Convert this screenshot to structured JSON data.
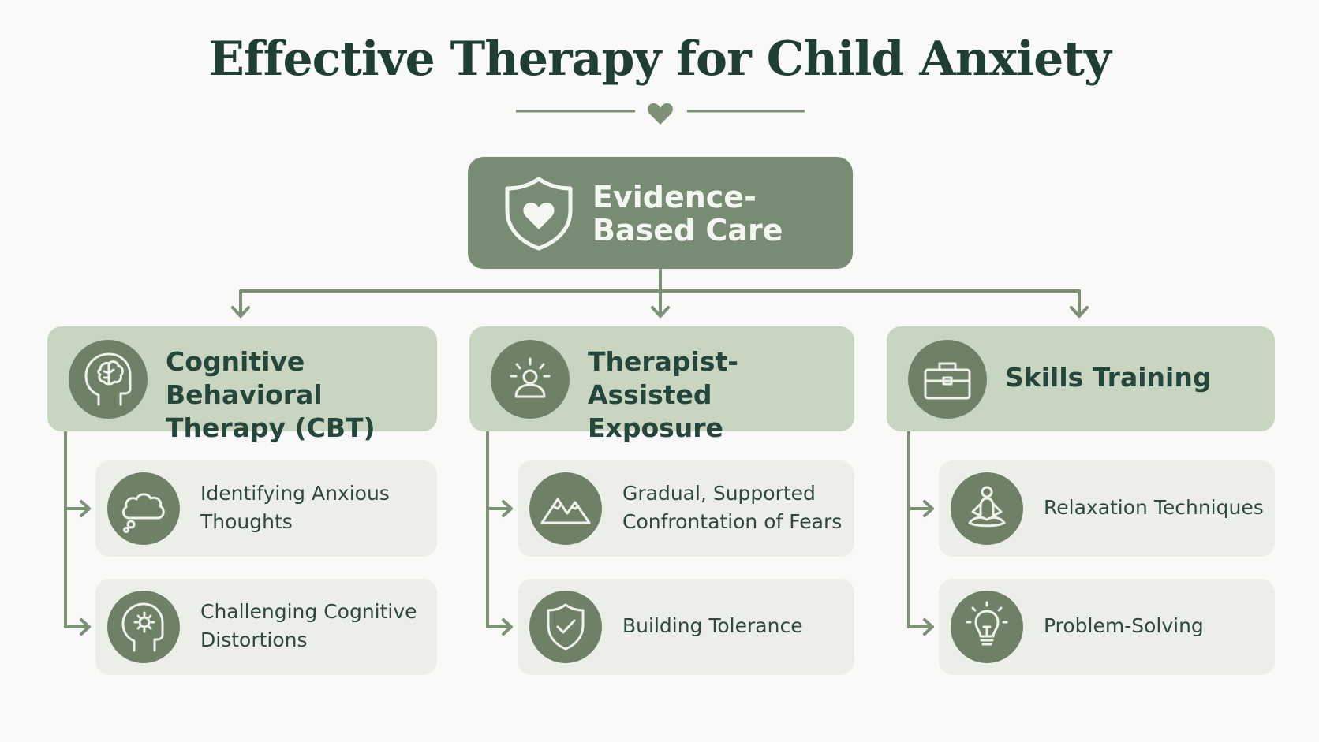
{
  "title": "Effective Therapy for Child Anxiety",
  "root": {
    "label": "Evidence-Based Care",
    "icon": "shield-heart-icon"
  },
  "groups": [
    {
      "label": "Cognitive Behavioral Therapy (CBT)",
      "icon": "brain-head-icon",
      "items": [
        {
          "label": "Identifying Anxious Thoughts",
          "icon": "thought-cloud-icon"
        },
        {
          "label": "Challenging Cognitive Distortions",
          "icon": "head-gear-icon"
        }
      ]
    },
    {
      "label": "Therapist-Assisted Exposure",
      "icon": "person-sunrise-icon",
      "items": [
        {
          "label": "Gradual, Supported Confrontation of Fears",
          "icon": "mountain-icon"
        },
        {
          "label": "Building Tolerance",
          "icon": "shield-check-icon"
        }
      ]
    },
    {
      "label": "Skills Training",
      "icon": "toolbox-icon",
      "items": [
        {
          "label": "Relaxation Techniques",
          "icon": "meditation-icon"
        },
        {
          "label": "Problem-Solving",
          "icon": "lightbulb-icon"
        }
      ]
    }
  ],
  "colors": {
    "root_fill": "#788c73",
    "group_fill": "#c8d5c0",
    "card_fill": "#eceee8",
    "icon_circle": "#6e8167",
    "line": "#7d9177",
    "title": "#1f3f33"
  }
}
